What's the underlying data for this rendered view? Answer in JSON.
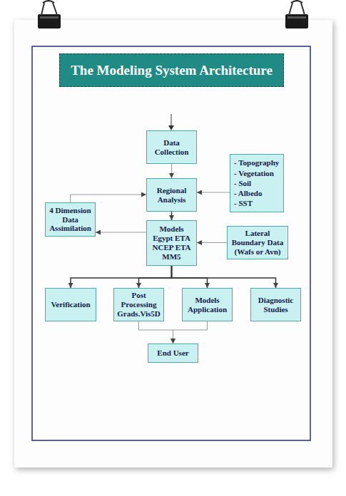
{
  "diagram": {
    "title": "The Modeling System Architecture",
    "nodes": [
      {
        "text": [
          "Data Collection"
        ]
      },
      {
        "text": [
          "Regional Analysis"
        ]
      },
      {
        "text": [
          "- Topography",
          "- Vegetation",
          "- Soil",
          "- Albedo",
          "- SST"
        ]
      },
      {
        "text": [
          "4 Dimension Data Assimilation"
        ]
      },
      {
        "text": [
          "Models Egypt ETA NCEP ETA MM5"
        ]
      },
      {
        "text": [
          "Lateral Boundary Data",
          "(Wafs or Avn)"
        ]
      },
      {
        "text": [
          "Verification"
        ]
      },
      {
        "text": [
          "Post Processing Grads.Vis5D"
        ]
      },
      {
        "text": [
          "Models Application"
        ]
      },
      {
        "text": [
          "Diagnostic Studies"
        ]
      },
      {
        "text": [
          "End User"
        ]
      }
    ],
    "edges": [
      {
        "from": 0,
        "to": 1,
        "arrow": "to"
      },
      {
        "from": 2,
        "to": 1,
        "arrow": "to"
      },
      {
        "from": 3,
        "to": 1,
        "arrow": "to"
      },
      {
        "from": 1,
        "to": 4,
        "arrow": "to"
      },
      {
        "from": 4,
        "to": 3,
        "arrow": "to"
      },
      {
        "from": 5,
        "to": 4,
        "arrow": "to"
      },
      {
        "from": 4,
        "to": 6,
        "arrow": "to"
      },
      {
        "from": 4,
        "to": 7,
        "arrow": "to"
      },
      {
        "from": 4,
        "to": 8,
        "arrow": "to"
      },
      {
        "from": 4,
        "to": 9,
        "arrow": "to"
      },
      {
        "from": 7,
        "to": 10,
        "arrow": "to"
      },
      {
        "from": 8,
        "to": 10,
        "arrow": "to"
      }
    ]
  }
}
